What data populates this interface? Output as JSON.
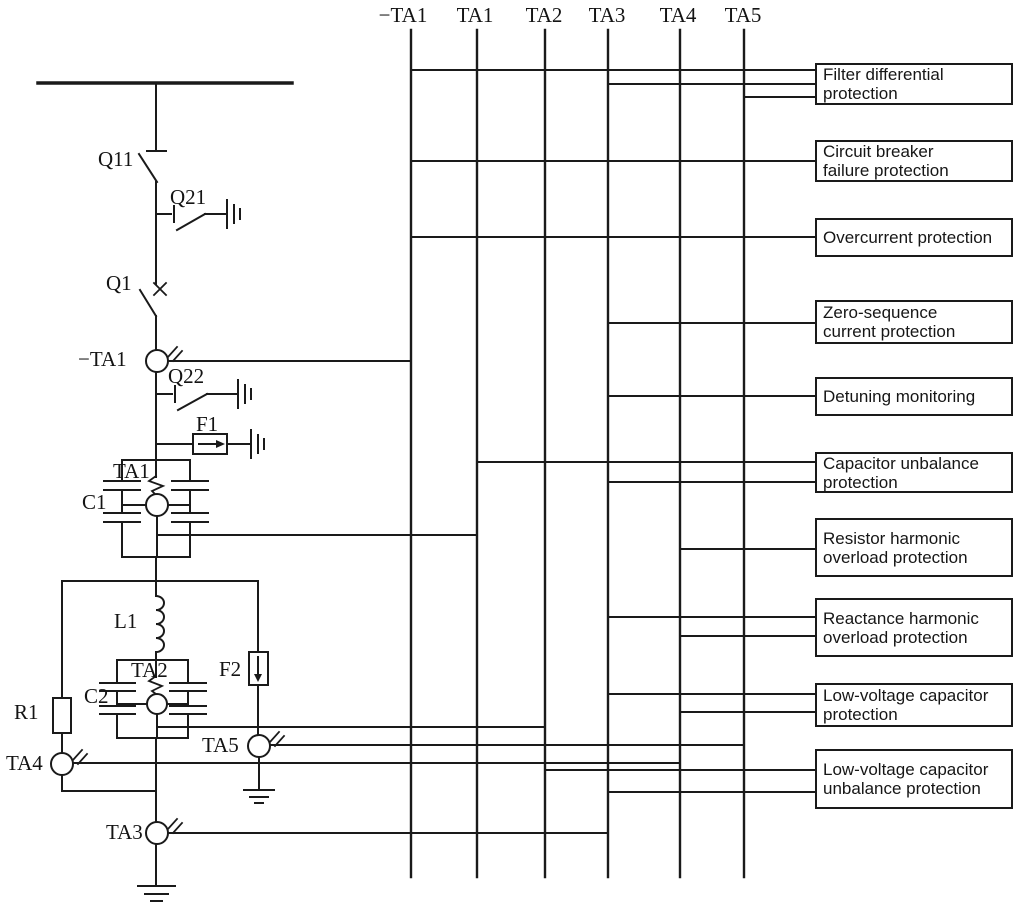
{
  "colors": {
    "line": "#1a1a1a",
    "background": "#ffffff"
  },
  "columns": [
    {
      "label": "−TA1"
    },
    {
      "label": "TA1"
    },
    {
      "label": "TA2"
    },
    {
      "label": "TA3"
    },
    {
      "label": "TA4"
    },
    {
      "label": "TA5"
    }
  ],
  "components": {
    "q11": "Q11",
    "q21": "Q21",
    "q1": "Q1",
    "neg_ta1": "−TA1",
    "q22": "Q22",
    "f1": "F1",
    "ta1": "TA1",
    "c1": "C1",
    "l1": "L1",
    "ta2": "TA2",
    "f2": "F2",
    "c2": "C2",
    "r1": "R1",
    "ta4": "TA4",
    "ta5": "TA5",
    "ta3": "TA3"
  },
  "protections": [
    {
      "label": "Filter differential protection",
      "lines": [
        "Filter differential",
        "protection"
      ]
    },
    {
      "label": "Circuit breaker failure protection",
      "lines": [
        "Circuit breaker",
        "failure protection"
      ]
    },
    {
      "label": "Overcurrent protection",
      "lines": [
        "Overcurrent protection"
      ]
    },
    {
      "label": "Zero-sequence current protection",
      "lines": [
        "Zero-sequence",
        "current protection"
      ]
    },
    {
      "label": "Detuning monitoring",
      "lines": [
        "Detuning monitoring"
      ]
    },
    {
      "label": "Capacitor unbalance protection",
      "lines": [
        "Capacitor unbalance",
        "protection"
      ]
    },
    {
      "label": "Resistor harmonic overload protection",
      "lines": [
        "Resistor harmonic",
        "overload protection"
      ]
    },
    {
      "label": "Reactance harmonic overload protection",
      "lines": [
        "Reactance harmonic",
        "overload protection"
      ]
    },
    {
      "label": "Low-voltage capacitor protection",
      "lines": [
        "Low-voltage capacitor",
        "protection"
      ]
    },
    {
      "label": "Low-voltage capacitor unbalance protection",
      "lines": [
        "Low-voltage capacitor",
        "unbalance protection"
      ]
    }
  ]
}
